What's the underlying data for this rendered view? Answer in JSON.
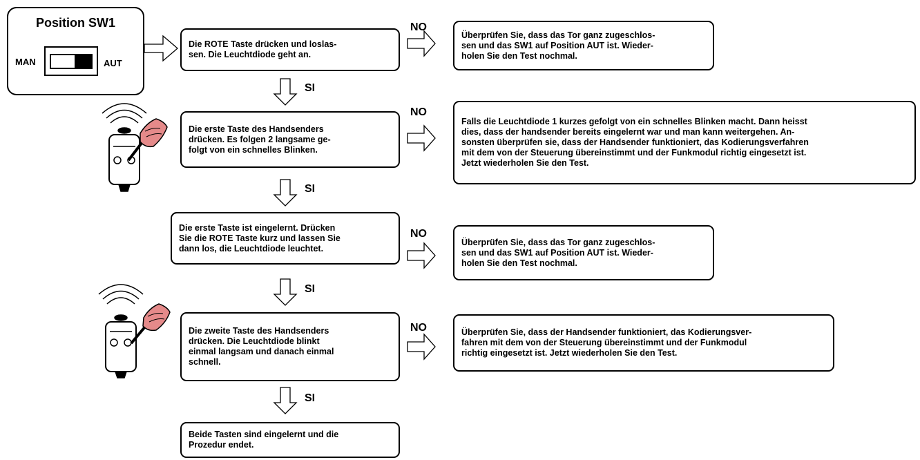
{
  "switch_panel": {
    "title": "Position SW1",
    "left_label": "MAN",
    "right_label": "AUT"
  },
  "steps": [
    {
      "text": "Die ROTE Taste drücken und loslas-\nsen. Die Leuchtdiode geht an."
    },
    {
      "text": "Die erste Taste des Handsenders\ndrücken. Es folgen 2 langsame ge-\nfolgt von ein schnelles Blinken."
    },
    {
      "text": "Die erste Taste ist eingelernt. Drücken\nSie die ROTE Taste kurz und lassen Sie\ndann los, die Leuchtdiode leuchtet."
    },
    {
      "text": "Die zweite Taste des Handsenders\ndrücken. Die Leuchtdiode blinkt\neinmal langsam und danach einmal\nschnell."
    },
    {
      "text": "Beide Tasten sind eingelernt und die\nProzedur endet."
    }
  ],
  "failures": [
    {
      "text": "Überprüfen Sie, dass das Tor ganz zugeschlos-\nsen und das SW1 auf Position AUT ist. Wieder-\nholen Sie den Test nochmal."
    },
    {
      "text": "Falls die Leuchtdiode 1 kurzes gefolgt von ein schnelles Blinken macht. Dann heisst\ndies, dass der handsender bereits eingelernt war und man kann weitergehen. An-\nsonsten überprüfen sie, dass der Handsender funktioniert, das Kodierungsverfahren\nmit dem von der Steuerung übereinstimmt und der Funkmodul richtig eingesetzt ist.\nJetzt wiederholen Sie den Test."
    },
    {
      "text": "Überprüfen Sie, dass das Tor ganz zugeschlos-\nsen und das SW1 auf Position AUT ist. Wieder-\nholen Sie den Test nochmal."
    },
    {
      "text": "Überprüfen Sie, dass der Handsender funktioniert, das Kodierungsver-\nfahren mit dem von der Steuerung übereinstimmt und der Funkmodul\nrichtig eingesetzt ist. Jetzt wiederholen Sie den Test."
    }
  ],
  "labels": {
    "no": "NO",
    "yes": "SI"
  },
  "icons": [
    "remote-control-icon",
    "hand-pressing-icon",
    "radio-waves-icon",
    "arrow-right-icon",
    "arrow-down-icon"
  ]
}
